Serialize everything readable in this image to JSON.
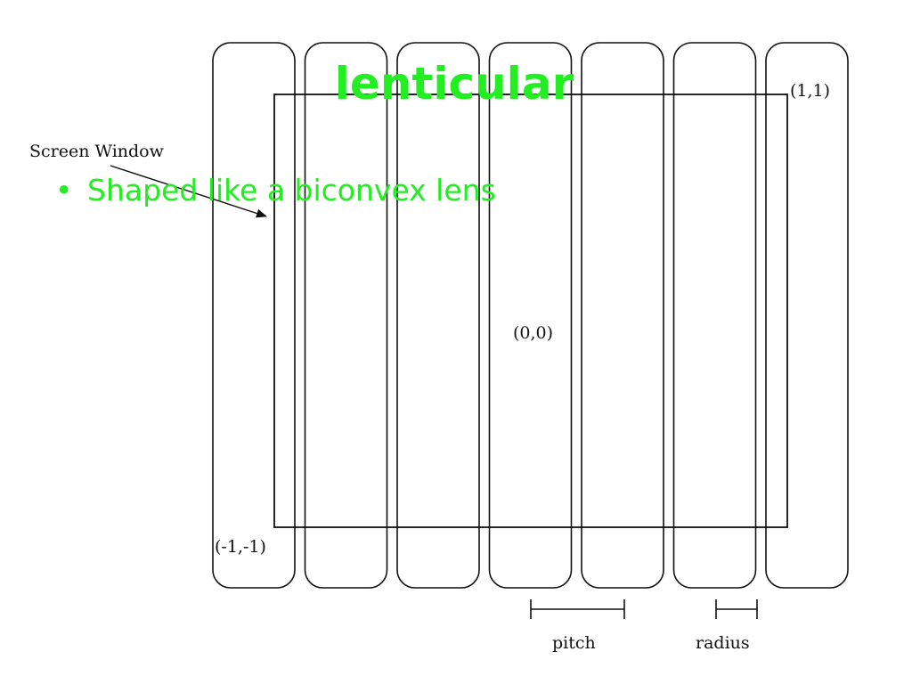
{
  "slide": {
    "title": "lenticular",
    "bullets": [
      {
        "marker": "•",
        "text": "Shaped like a biconvex lens"
      }
    ]
  },
  "diagram": {
    "lens_count": 7,
    "labels": {
      "screen_window": "Screen Window",
      "top_right": "(1,1)",
      "center": "(0,0)",
      "bottom_left": "(-1,-1)",
      "pitch": "pitch",
      "radius": "radius"
    }
  },
  "colors": {
    "title": "#22ee22",
    "bullet": "#22ee22",
    "lines": "#111111",
    "background": "#ffffff"
  }
}
